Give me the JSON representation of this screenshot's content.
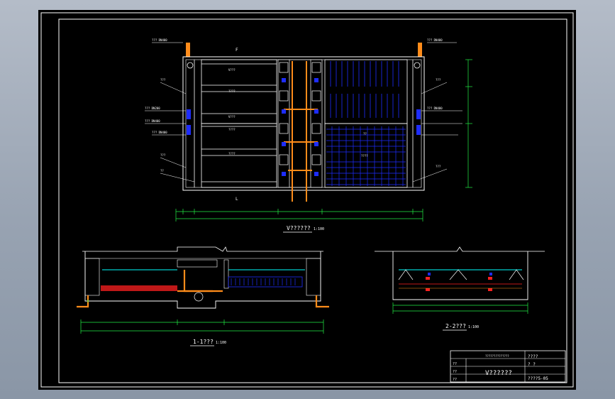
{
  "drawing": {
    "plan_caption": "V??????",
    "plan_scale": "1:100",
    "plan_marks": [
      "F",
      "L"
    ],
    "section1_caption": "1-1???",
    "section1_scale": "1:100",
    "section2_caption": "2-2???",
    "section2_scale": "1:100",
    "center_label": "??",
    "channel_labels": [
      "V???",
      "????",
      "V???",
      "????",
      "????"
    ],
    "right_labels": [
      "????"
    ],
    "side_labels": [
      "???",
      "???",
      "??",
      "???",
      "???"
    ],
    "pipe_labels": [
      "??? DN400",
      "??? DN200",
      "??? DN400",
      "??? DN400",
      "??? DN400",
      "??? DN400"
    ]
  },
  "title_block": {
    "header": "??????????????",
    "project": "V??????",
    "rows": [
      "??",
      "??",
      "??"
    ],
    "right": [
      "????",
      "?  ?",
      "????5-05"
    ]
  },
  "colors": {
    "background": "#000000",
    "lines": "#ffffff",
    "blue": "#1e2dff",
    "orange": "#ff8c1a",
    "red": "#ff2020",
    "green": "#22ee44",
    "cyan": "#00ffff"
  }
}
